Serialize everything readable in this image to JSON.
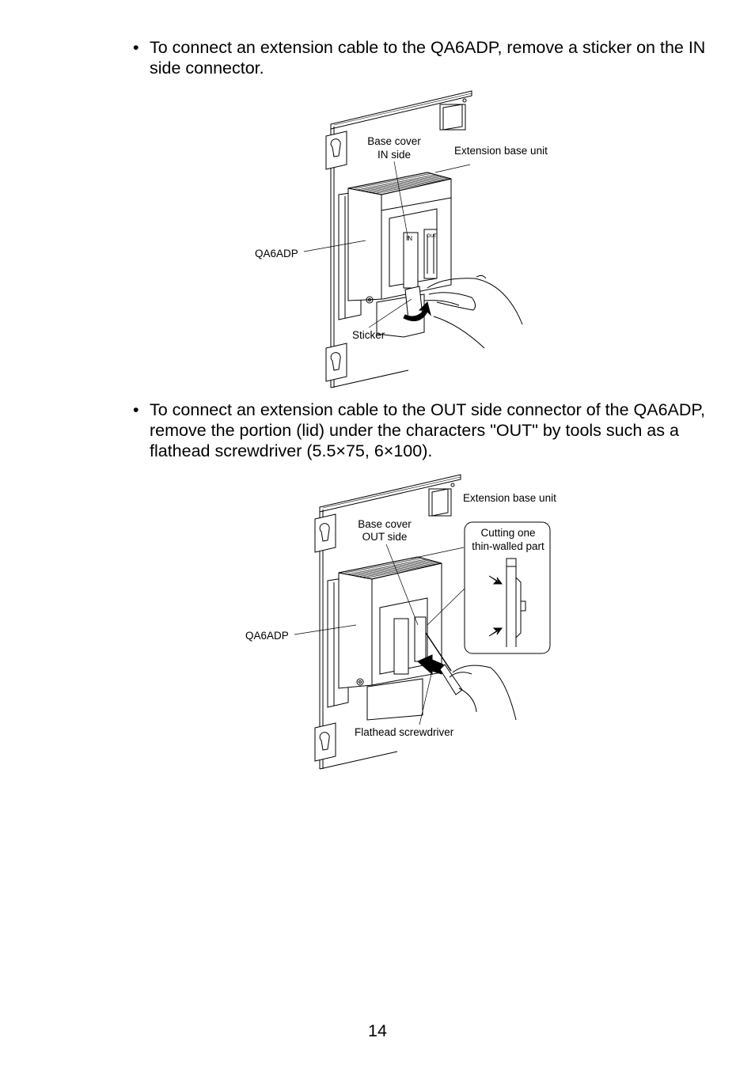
{
  "bullets": [
    {
      "marker": "•",
      "text": "To connect an extension cable to the QA6ADP, remove a sticker on the IN side connector."
    },
    {
      "marker": "•",
      "text": "To connect an extension cable to the OUT side connector of the QA6ADP, remove the portion (lid) under the characters \"OUT\" by tools such as a flathead screwdriver (5.5×75, 6×100)."
    }
  ],
  "figure1": {
    "label_base_cover_1": "Base cover",
    "label_base_cover_2": "IN side",
    "label_extension_base": "Extension base unit",
    "label_module": "QA6ADP",
    "label_sticker": "Sticker",
    "connector_label": "IN",
    "connector_label_out": "OUT"
  },
  "figure2": {
    "label_extension_base": "Extension base unit",
    "label_base_cover_1": "Base cover",
    "label_base_cover_2": "OUT side",
    "label_callout_1": "Cutting one",
    "label_callout_2": "thin-walled part",
    "label_module": "QA6ADP",
    "label_screwdriver": "Flathead screwdriver"
  },
  "page_number": "14"
}
